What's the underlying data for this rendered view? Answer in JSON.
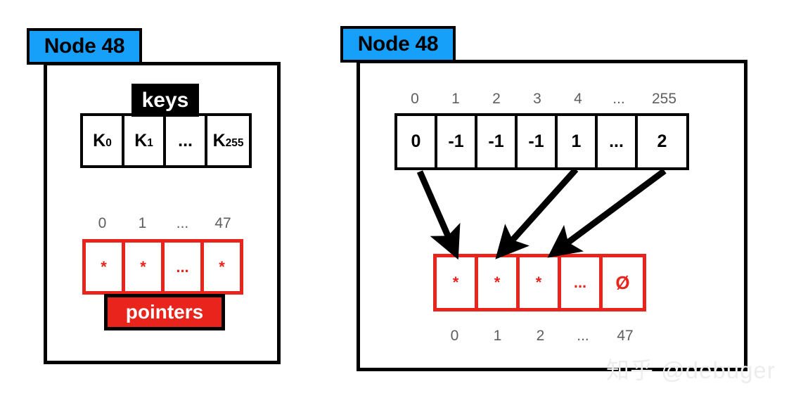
{
  "panels": {
    "left": {
      "title": "Node 48",
      "keys_label": "keys",
      "pointers_label": "pointers",
      "keys_cells": [
        "K0",
        "K1",
        "...",
        "K255"
      ],
      "keys_cells_display": [
        {
          "base": "K",
          "sub": "0"
        },
        {
          "base": "K",
          "sub": "1"
        },
        {
          "base": "...",
          "sub": ""
        },
        {
          "base": "K",
          "sub": "255"
        }
      ],
      "pointer_index_labels": [
        "0",
        "1",
        "...",
        "47"
      ],
      "pointer_cells": [
        "*",
        "*",
        "...",
        "*"
      ]
    },
    "right": {
      "title": "Node 48",
      "child_index_index_labels": [
        "0",
        "1",
        "2",
        "3",
        "4",
        "...",
        "255"
      ],
      "child_index_values": [
        "0",
        "-1",
        "-1",
        "-1",
        "1",
        "...",
        "2"
      ],
      "pointer_cells": [
        "*",
        "*",
        "*",
        "...",
        "Ø"
      ],
      "pointer_index_labels": [
        "0",
        "1",
        "2",
        "...",
        "47"
      ],
      "arrows": [
        {
          "name": "arrow-index0-to-pointer0",
          "from_cell": "0",
          "to_cell": "0"
        },
        {
          "name": "arrow-index4-to-pointer1",
          "from_cell": "4",
          "to_cell": "1"
        },
        {
          "name": "arrow-index255-to-pointer2",
          "from_cell": "255",
          "to_cell": "2"
        }
      ]
    }
  },
  "watermark": {
    "text": "知乎 @debuger"
  },
  "colors": {
    "node_chip_blue": "#17A0FA",
    "pointer_red": "#E8241C",
    "frame_black": "#000000",
    "index_gray": "#5E5E5E",
    "watermark_gray": "#EDEDED"
  }
}
